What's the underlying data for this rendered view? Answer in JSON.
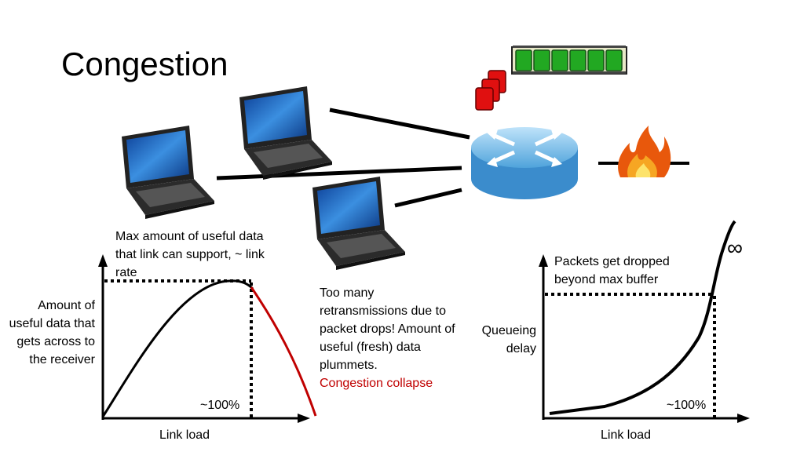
{
  "slide": {
    "title": "Congestion"
  },
  "left_plot": {
    "annotation": "Max amount of useful data that link can support, ~ link rate",
    "ylabel": "Amount of useful data that gets across to the receiver",
    "tick_label": "~100%",
    "xlabel": "Link load"
  },
  "middle_note": {
    "line1": "Too many retransmissions due to packet drops! Amount of useful (fresh) data plummets.",
    "line2": "Congestion collapse",
    "highlight_color": "#c00000"
  },
  "right_plot": {
    "annotation": "Packets get dropped beyond max buffer",
    "infinity": "∞",
    "ylabel": "Queueing delay",
    "tick_label": "~100%",
    "xlabel": "Link load"
  },
  "icons": [
    "laptop-icon",
    "router-icon",
    "packet-queue-icon",
    "packet-icon",
    "fire-icon"
  ],
  "colors": {
    "queue_green": "#22a822",
    "packet_red": "#e01010",
    "router_blue": "#7fc3ee",
    "fire_orange": "#f07a10"
  }
}
